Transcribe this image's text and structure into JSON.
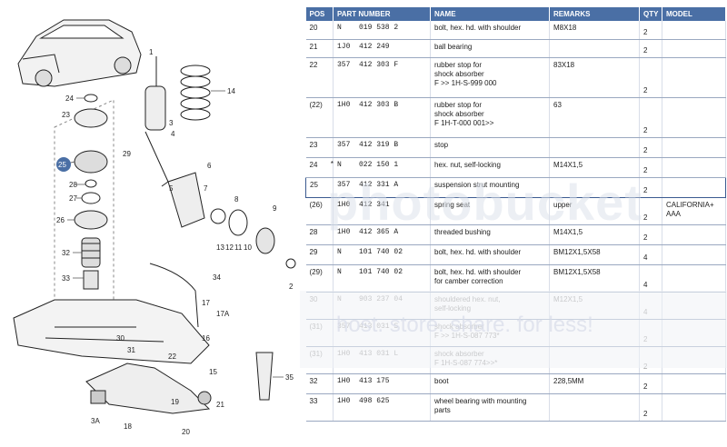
{
  "diagram": {
    "callouts": [
      "24",
      "23",
      "25",
      "29",
      "28",
      "27",
      "26",
      "32",
      "33",
      "1",
      "14",
      "13",
      "12",
      "11",
      "10",
      "9",
      "8",
      "7",
      "6",
      "5",
      "4",
      "3",
      "2",
      "34",
      "17",
      "17A",
      "16",
      "15",
      "30",
      "31",
      "22",
      "19",
      "18",
      "3A",
      "35",
      "21",
      "20"
    ],
    "highlighted_callout": "25"
  },
  "table": {
    "headers": {
      "pos": "POS",
      "part": "PART NUMBER",
      "name": "NAME",
      "remarks": "REMARKS",
      "qty": "QTY",
      "model": "MODEL"
    },
    "rows": [
      {
        "pos": "20",
        "star": "",
        "part": "N    019 538 2",
        "name": "bolt, hex. hd. with shoulder",
        "remarks": "M8X18",
        "qty": "2",
        "model": ""
      },
      {
        "pos": "21",
        "star": "",
        "part": "1J0  412 249",
        "name": "ball bearing",
        "remarks": "",
        "qty": "2",
        "model": ""
      },
      {
        "pos": "22",
        "star": "",
        "part": "357  412 303 F",
        "name": "rubber stop for\nshock absorber\nF           >> 1H-S-999 000",
        "remarks": "83X18",
        "qty": "2",
        "model": ""
      },
      {
        "pos": "(22)",
        "star": "",
        "part": "1H0  412 303 B",
        "name": "rubber stop for\nshock absorber\nF  1H-T-000 001>>",
        "remarks": "63",
        "qty": "2",
        "model": ""
      },
      {
        "pos": "23",
        "star": "",
        "part": "357  412 319 B",
        "name": "stop",
        "remarks": "",
        "qty": "2",
        "model": ""
      },
      {
        "pos": "24",
        "star": "*",
        "part": "N    022 150 1",
        "name": "hex. nut, self-locking",
        "remarks": "M14X1,5",
        "qty": "2",
        "model": ""
      },
      {
        "pos": "25",
        "star": "",
        "part": "357  412 331 A",
        "name": "suspension strut mounting",
        "remarks": "",
        "qty": "2",
        "model": ""
      },
      {
        "pos": "(26)",
        "star": "",
        "part": "1H0  412 341",
        "name": "spring seat",
        "remarks": "upper",
        "qty": "2",
        "model": "CALIFORNIA+\nAAA"
      },
      {
        "pos": "28",
        "star": "",
        "part": "1H0  412 365 A",
        "name": "threaded bushing",
        "remarks": "M14X1,5",
        "qty": "2",
        "model": ""
      },
      {
        "pos": "29",
        "star": "",
        "part": "N    101 740 02",
        "name": "bolt, hex. hd. with shoulder",
        "remarks": "BM12X1,5X58",
        "qty": "4",
        "model": ""
      },
      {
        "pos": "(29)",
        "star": "",
        "part": "N    101 740 02",
        "name": "bolt, hex. hd. with shoulder\nfor camber correction",
        "remarks": "BM12X1,5X58",
        "qty": "4",
        "model": ""
      },
      {
        "pos": "30",
        "star": "",
        "part": "N    903 237 04",
        "name": "shouldered hex. nut,\nself-locking",
        "remarks": "M12X1,5",
        "qty": "4",
        "model": ""
      },
      {
        "pos": "(31)",
        "star": "",
        "part": "357  413 031 S",
        "name": "shock absorber\nF           >> 1H-S-087 773*",
        "remarks": "",
        "qty": "2",
        "model": ""
      },
      {
        "pos": "(31)",
        "star": "",
        "part": "1H0  413 031 L",
        "name": "shock absorber\nF 1H-S-087 774>>*",
        "remarks": "",
        "qty": "2",
        "model": ""
      },
      {
        "pos": "32",
        "star": "",
        "part": "1H0  413 175",
        "name": "boot",
        "remarks": "228,5MM",
        "qty": "2",
        "model": ""
      },
      {
        "pos": "33",
        "star": "",
        "part": "1H0  498 625",
        "name": "wheel bearing with mounting\nparts",
        "remarks": "",
        "qty": "2",
        "model": ""
      }
    ]
  },
  "watermark": {
    "brand": "photobucket",
    "tagline": "host. store. share. for less!"
  }
}
